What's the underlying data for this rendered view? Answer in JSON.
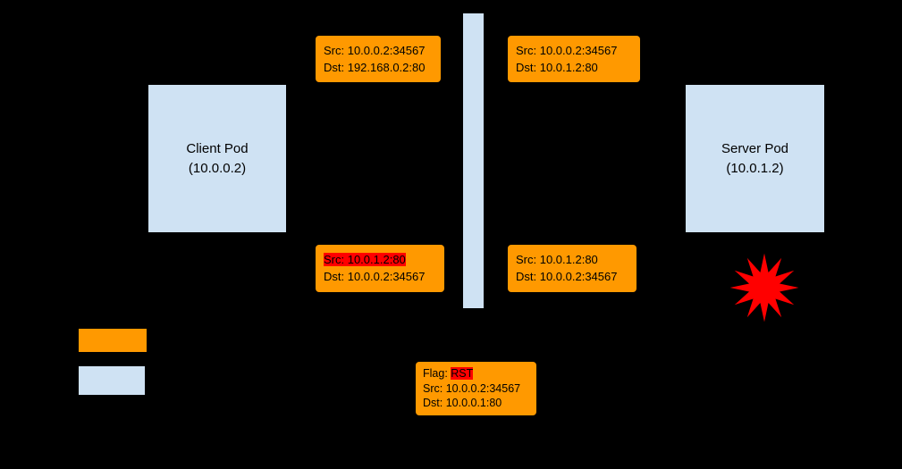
{
  "colors": {
    "background": "#000000",
    "pod_fill": "#cfe2f3",
    "packet_fill": "#ff9900",
    "highlight_fill": "#ff0000",
    "burst_fill": "#ff0000",
    "text": "#000000"
  },
  "nodes": {
    "client_pod": {
      "name": "Client Pod",
      "ip": "(10.0.0.2)"
    },
    "server_pod": {
      "name": "Server Pod",
      "ip": "(10.0.1.2)"
    }
  },
  "packets": {
    "top_left": {
      "src": "Src: 10.0.0.2:34567",
      "dst": "Dst: 192.168.0.2:80"
    },
    "top_right": {
      "src": "Src: 10.0.0.2:34567",
      "dst": "Dst: 10.0.1.2:80"
    },
    "bottom_left": {
      "src": "Src: 10.0.1.2:80",
      "dst": "Dst: 10.0.0.2:34567"
    },
    "bottom_right": {
      "src": "Src: 10.0.1.2:80",
      "dst": "Dst: 10.0.0.2:34567"
    },
    "rst": {
      "flag_label": "Flag: ",
      "flag_value": "RST",
      "src": "Src: 10.0.0.2:34567",
      "dst": "Dst: 10.0.0.1:80"
    }
  },
  "legend": {
    "swatch_colors": [
      "#ff9900",
      "#cfe2f3"
    ]
  }
}
